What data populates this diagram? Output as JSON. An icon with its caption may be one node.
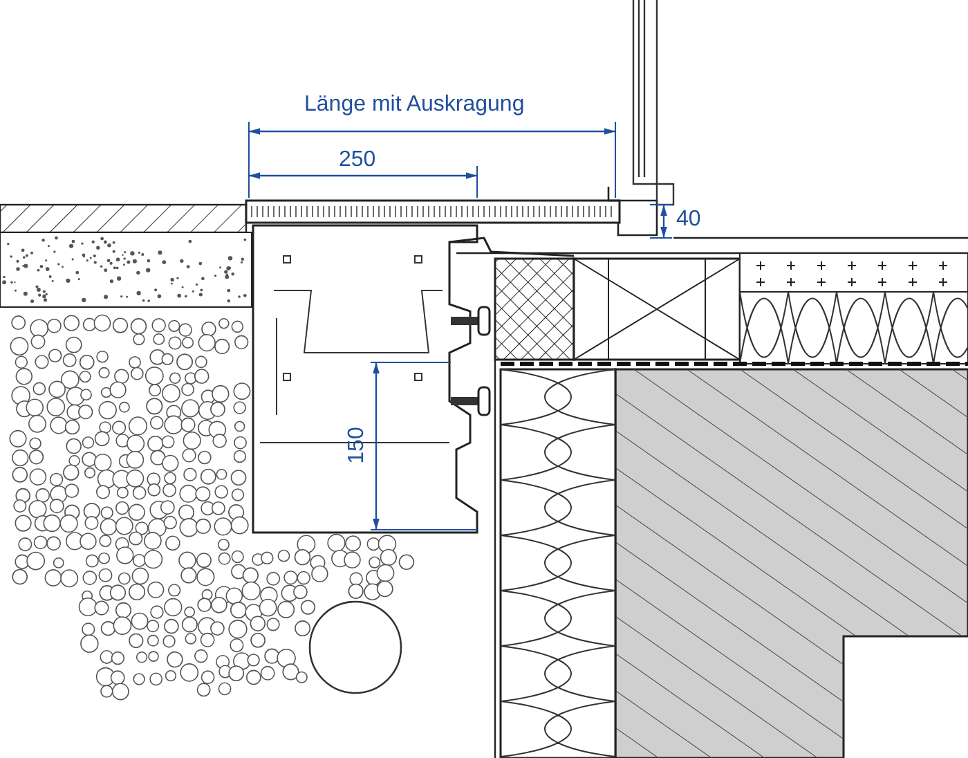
{
  "diagram": {
    "labels": [
      "Länge mit Auskragung",
      "250",
      "40",
      "150"
    ]
  }
}
